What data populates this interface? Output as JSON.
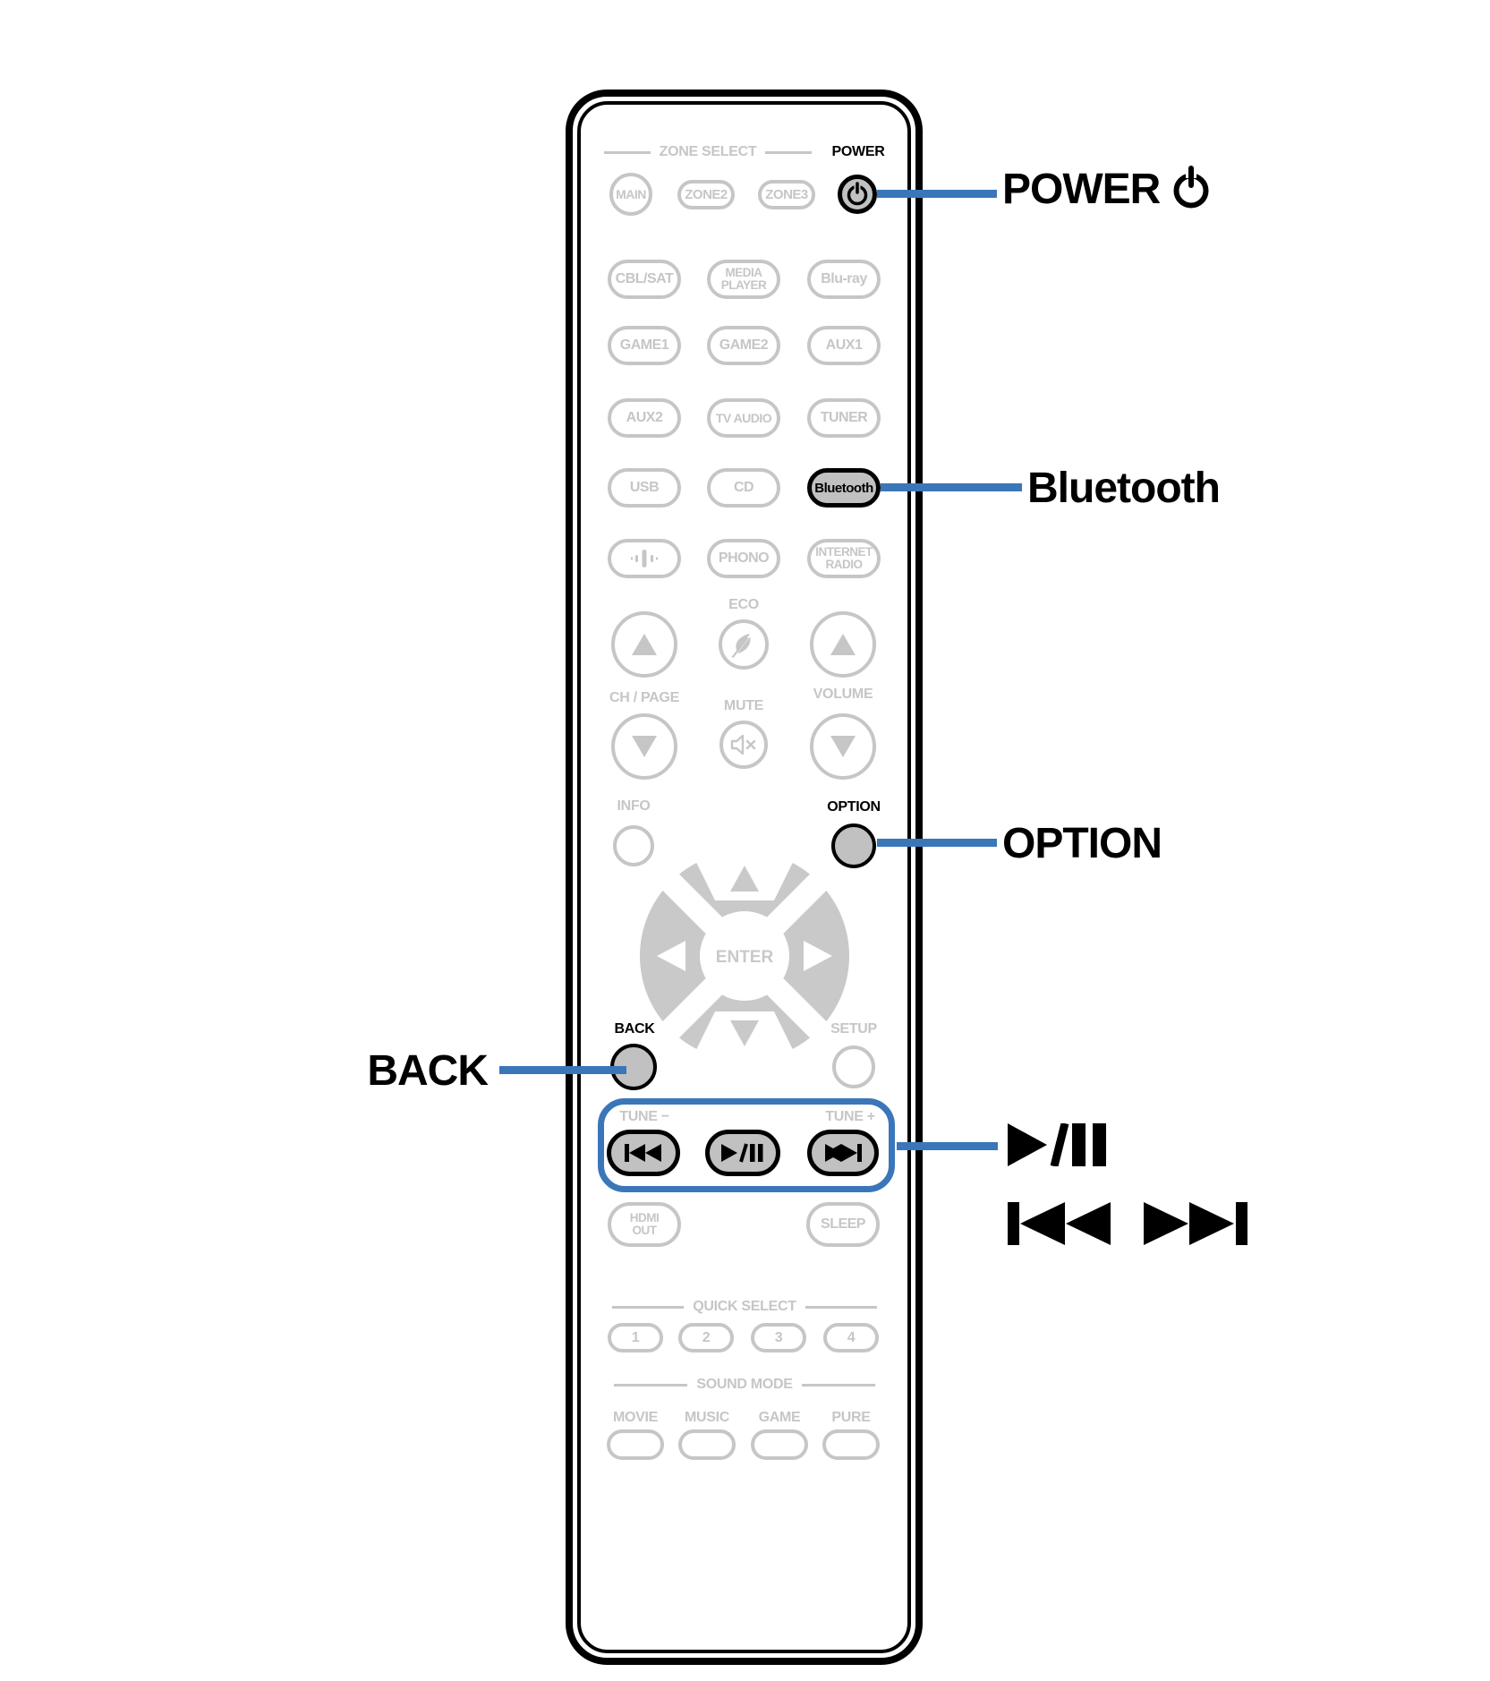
{
  "colors": {
    "accent": "#3b76b9",
    "inactive_gray": "#c6c6c6",
    "button_fill": "#c1c1c1"
  },
  "remote": {
    "zone_select_header": "ZONE SELECT",
    "power_label": "POWER",
    "zone_buttons": {
      "main": "MAIN",
      "zone2": "ZONE2",
      "zone3": "ZONE3"
    },
    "sources": {
      "cbl_sat": "CBL/SAT",
      "media_player_line1": "MEDIA",
      "media_player_line2": "PLAYER",
      "blu_ray": "Blu-ray",
      "game1": "GAME1",
      "game2": "GAME2",
      "aux1": "AUX1",
      "aux2": "AUX2",
      "tv_audio": "TV AUDIO",
      "tuner": "TUNER",
      "usb": "USB",
      "cd": "CD",
      "bluetooth": "Bluetooth",
      "phono": "PHONO",
      "internet_radio_line1": "INTERNET",
      "internet_radio_line2": "RADIO"
    },
    "eco": "ECO",
    "ch_page": "CH / PAGE",
    "mute": "MUTE",
    "volume": "VOLUME",
    "info": "INFO",
    "option": "OPTION",
    "enter": "ENTER",
    "back": "BACK",
    "setup": "SETUP",
    "tune_minus": "TUNE −",
    "tune_plus": "TUNE +",
    "hdmi_line1": "HDMI",
    "hdmi_line2": "OUT",
    "sleep": "SLEEP",
    "quick_select_header": "QUICK SELECT",
    "quick_select": {
      "q1": "1",
      "q2": "2",
      "q3": "3",
      "q4": "4"
    },
    "sound_mode_header": "SOUND MODE",
    "sound_modes": {
      "movie": "MOVIE",
      "music": "MUSIC",
      "game": "GAME",
      "pure": "PURE"
    }
  },
  "callouts": {
    "power": "POWER",
    "bluetooth": "Bluetooth",
    "option": "OPTION",
    "back": "BACK"
  },
  "icons": {
    "power": "power-icon",
    "mute": "speaker-mute-icon",
    "eco": "leaf-icon",
    "network_audio": "network-audio-icon",
    "play_pause": "play-pause-icon",
    "skip_back": "skip-back-icon",
    "skip_forward": "skip-forward-icon"
  }
}
